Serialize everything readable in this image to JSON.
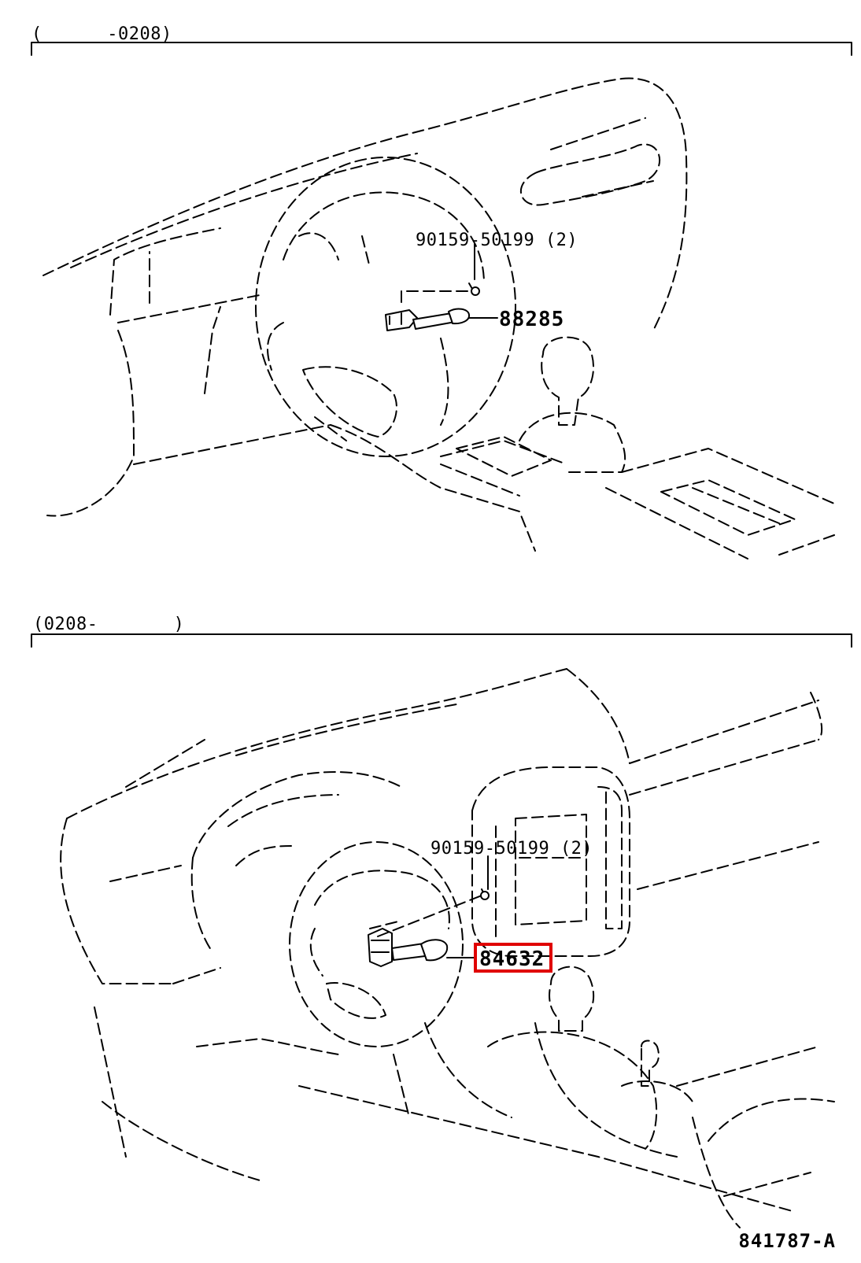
{
  "sections": [
    {
      "range_label": "(      -0208)",
      "callouts": [
        {
          "id": "bolt",
          "text": "90159-50199 (2)"
        },
        {
          "id": "part",
          "text": "88285",
          "highlighted": false
        }
      ]
    },
    {
      "range_label": "(0208-       )",
      "callouts": [
        {
          "id": "bolt",
          "text": "90159-50199 (2)"
        },
        {
          "id": "part",
          "text": "84632",
          "highlighted": true
        }
      ]
    }
  ],
  "diagram_ref": "841787-A",
  "colors": {
    "line": "#000000",
    "highlight": "#e00000",
    "background": "#ffffff"
  }
}
